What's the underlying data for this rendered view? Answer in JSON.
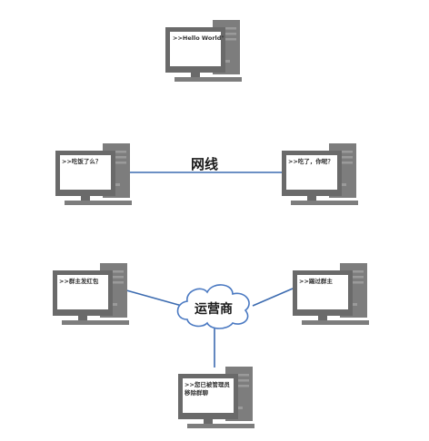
{
  "colors": {
    "device": "#7d7d7d",
    "device_dark": "#6a6a6a",
    "screen": "#ffffff",
    "line": "#3c6bb0",
    "cloud_stroke": "#4a79c2",
    "cloud_fill": "#ffffff"
  },
  "scenes": {
    "single": {
      "computer_text": ">>Hello World\""
    },
    "pair": {
      "left_text": ">>吃饭了么？",
      "right_text": ">>吃了，你呢？",
      "link_label": "网线"
    },
    "network": {
      "cloud_label": "运营商",
      "left_text": ">>群主发红包",
      "right_text": ">>踢过群主",
      "bottom_text_line1": ">>您已被管理员",
      "bottom_text_line2": "移除群聊"
    }
  }
}
